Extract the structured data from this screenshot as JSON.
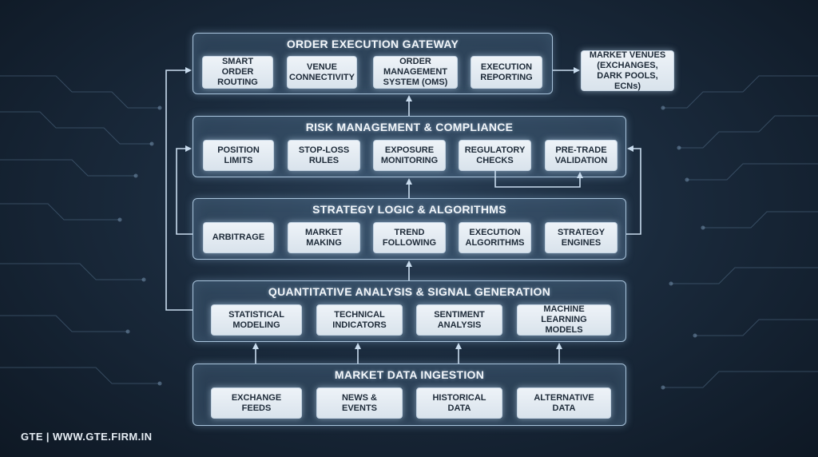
{
  "layers": [
    {
      "id": "order-execution-gateway",
      "title": "ORDER EXECUTION GATEWAY",
      "items": [
        "SMART ORDER\nROUTING",
        "VENUE\nCONNECTIVITY",
        "ORDER\nMANAGEMENT\nSYSTEM (OMS)",
        "EXECUTION\nREPORTING"
      ]
    },
    {
      "id": "risk-management",
      "title": "RISK MANAGEMENT & COMPLIANCE",
      "items": [
        "POSITION\nLIMITS",
        "STOP-LOSS\nRULES",
        "EXPOSURE\nMONITORING",
        "REGULATORY\nCHECKS",
        "PRE-TRADE\nVALIDATION"
      ]
    },
    {
      "id": "strategy-logic",
      "title": "STRATEGY LOGIC & ALGORITHMS",
      "items": [
        "ARBITRAGE",
        "MARKET\nMAKING",
        "TREND\nFOLLOWING",
        "EXECUTION\nALGORITHMS",
        "STRATEGY\nENGINES"
      ]
    },
    {
      "id": "quantitative-analysis",
      "title": "QUANTITATIVE ANALYSIS & SIGNAL GENERATION",
      "items": [
        "STATISTICAL\nMODELING",
        "TECHNICAL\nINDICATORS",
        "SENTIMENT\nANALYSIS",
        "MACHINE LEARNING\nMODELS"
      ]
    },
    {
      "id": "market-data-ingestion",
      "title": "MARKET DATA INGESTION",
      "items": [
        "EXCHANGE\nFEEDS",
        "NEWS &\nEVENTS",
        "HISTORICAL\nDATA",
        "ALTERNATIVE\nDATA"
      ]
    }
  ],
  "market_venues": "MARKET VENUES\n(EXCHANGES,\nDARK POOLS, ECNs)",
  "footer": "GTE | WWW.GTE.FIRM.IN"
}
